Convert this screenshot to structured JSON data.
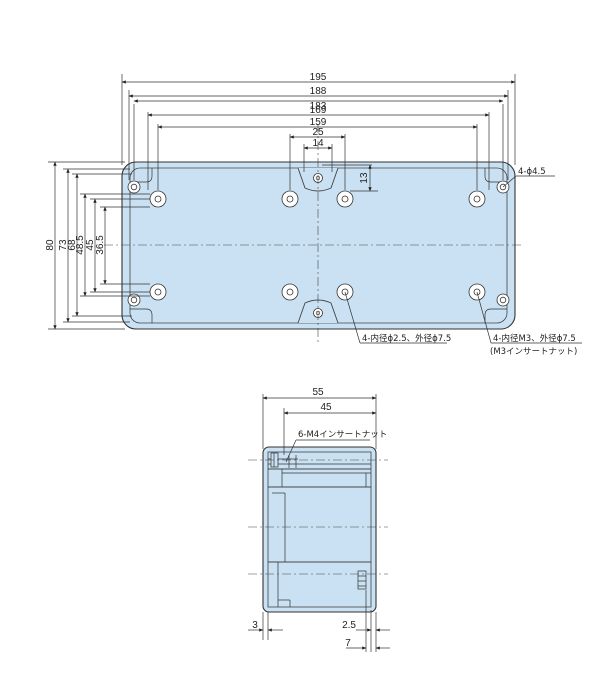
{
  "top_view": {
    "width_dims": [
      "195",
      "188",
      "183",
      "169",
      "159",
      "25",
      "14"
    ],
    "height_dims": [
      "80",
      "73",
      "68",
      "48.5",
      "45",
      "36.5"
    ],
    "dim_13": "13",
    "hole_callout_outer": "4-ϕ4.5",
    "callout_inner_holes": "4-内径ϕ2.5、外径ϕ7.5",
    "callout_insert_holes": "4-内径M3、外径ϕ7.5",
    "callout_insert_note": "(M3インサートナット)"
  },
  "side_view": {
    "dim_overall": "55",
    "dim_inner": "45",
    "insert_note": "6-M4インサートナット",
    "dim_3": "3",
    "dim_2_5": "2.5",
    "dim_7": "7"
  },
  "colors": {
    "body_fill": "#c9e1f2",
    "line": "#333333"
  }
}
